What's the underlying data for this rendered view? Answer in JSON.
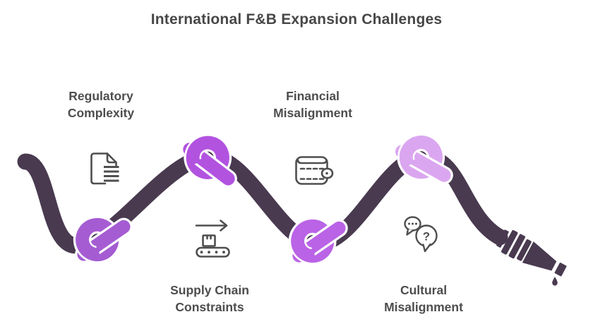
{
  "title": "International F&B Expansion Challenges",
  "challenges": [
    {
      "label": "Regulatory\nComplexity",
      "icon": "document-icon"
    },
    {
      "label": "Supply Chain\nConstraints",
      "icon": "conveyor-belt-icon"
    },
    {
      "label": "Financial\nMisalignment",
      "icon": "wallet-icon"
    },
    {
      "label": "Cultural\nMisalignment",
      "icon": "speech-bubbles-question-icon"
    }
  ],
  "icon_glyphs": {
    "question_mark": "?"
  },
  "colors": {
    "title": "#474747",
    "label": "#4d4d4d",
    "icon_stroke": "#4f4f4f",
    "hose": "#493a50",
    "knot_regulatory": "#a55cd2",
    "knot_supply_chain": "#b253e0",
    "knot_financial": "#ba63e6",
    "knot_cultural": "#dba6f0"
  }
}
